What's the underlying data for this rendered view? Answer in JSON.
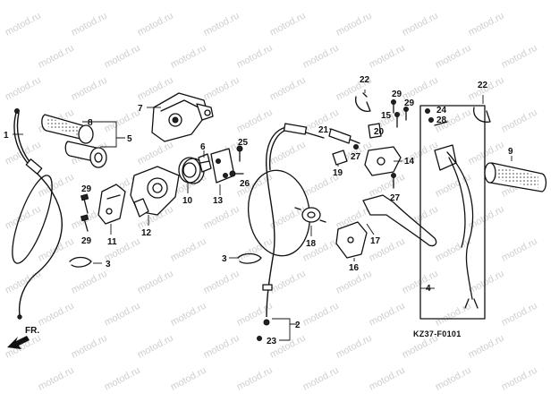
{
  "diagram": {
    "code": "KZ37-F0101",
    "direction_label": "FR.",
    "watermark": "motod.ru",
    "callouts": {
      "c1": "1",
      "c2": "2",
      "c3a": "3",
      "c3b": "3",
      "c4": "4",
      "c5": "5",
      "c6": "6",
      "c7": "7",
      "c8": "8",
      "c9": "9",
      "c10": "10",
      "c11": "11",
      "c12": "12",
      "c13": "13",
      "c14": "14",
      "c15": "15",
      "c16": "16",
      "c17": "17",
      "c18": "18",
      "c19": "19",
      "c20": "20",
      "c21": "21",
      "c22a": "22",
      "c22b": "22",
      "c23": "23",
      "c24": "24",
      "c25": "25",
      "c26": "26",
      "c27a": "27",
      "c27b": "27",
      "c28": "28",
      "c29a": "29",
      "c29b": "29",
      "c29c": "29",
      "c29d": "29"
    }
  }
}
